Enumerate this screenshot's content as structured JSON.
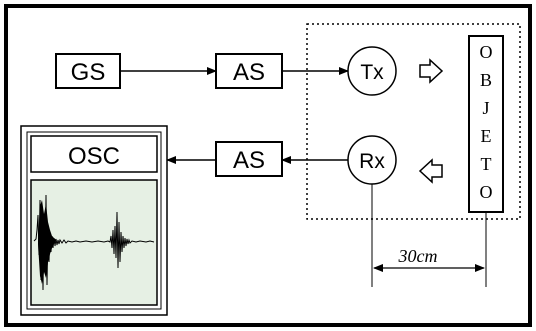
{
  "blocks": {
    "gs": "GS",
    "as_top": "AS",
    "as_bottom": "AS",
    "tx": "Tx",
    "rx": "Rx",
    "osc": "OSC"
  },
  "object_letters": [
    "O",
    "B",
    "J",
    "E",
    "T",
    "O"
  ],
  "distance_label": "30cm"
}
